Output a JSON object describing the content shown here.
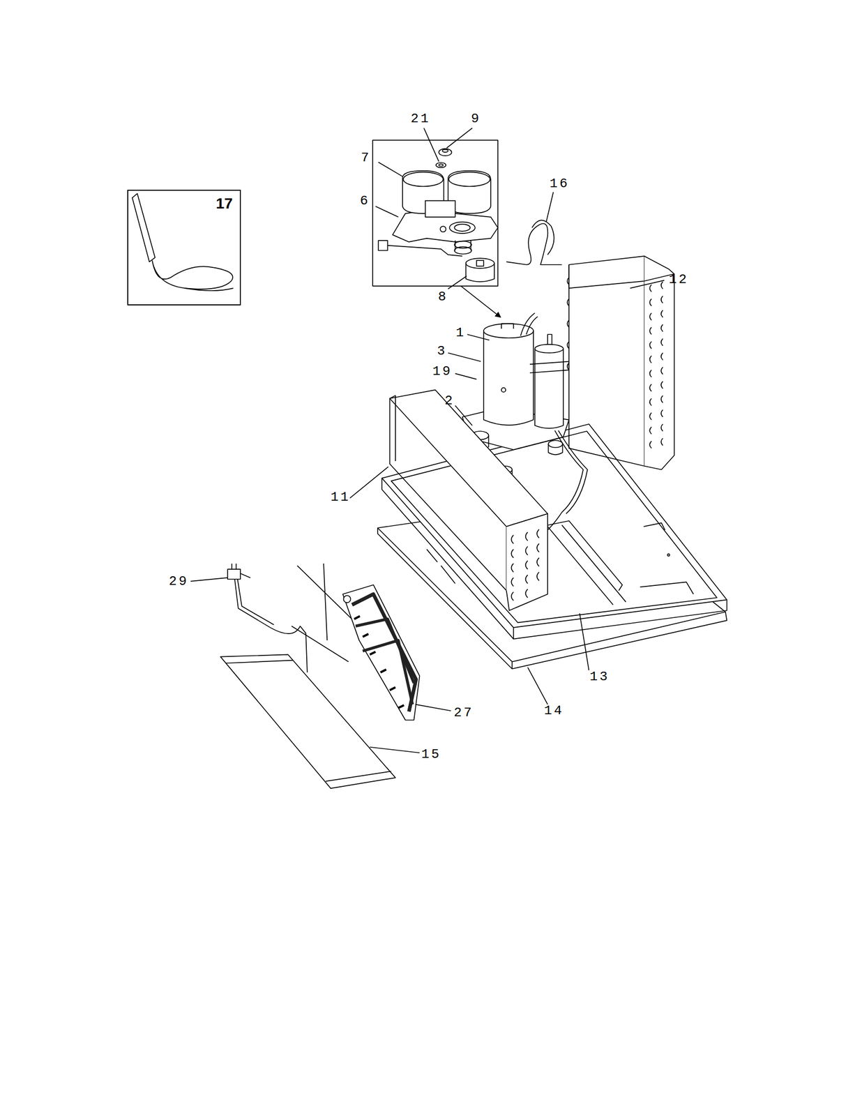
{
  "diagram": {
    "nodes": [
      {
        "text": [
          "17"
        ]
      }
    ],
    "labels": [
      "21",
      "9",
      "7",
      "16",
      "6",
      "12",
      "8",
      "1",
      "3",
      "19",
      "2",
      "11",
      "29",
      "13",
      "27",
      "14",
      "15"
    ]
  }
}
